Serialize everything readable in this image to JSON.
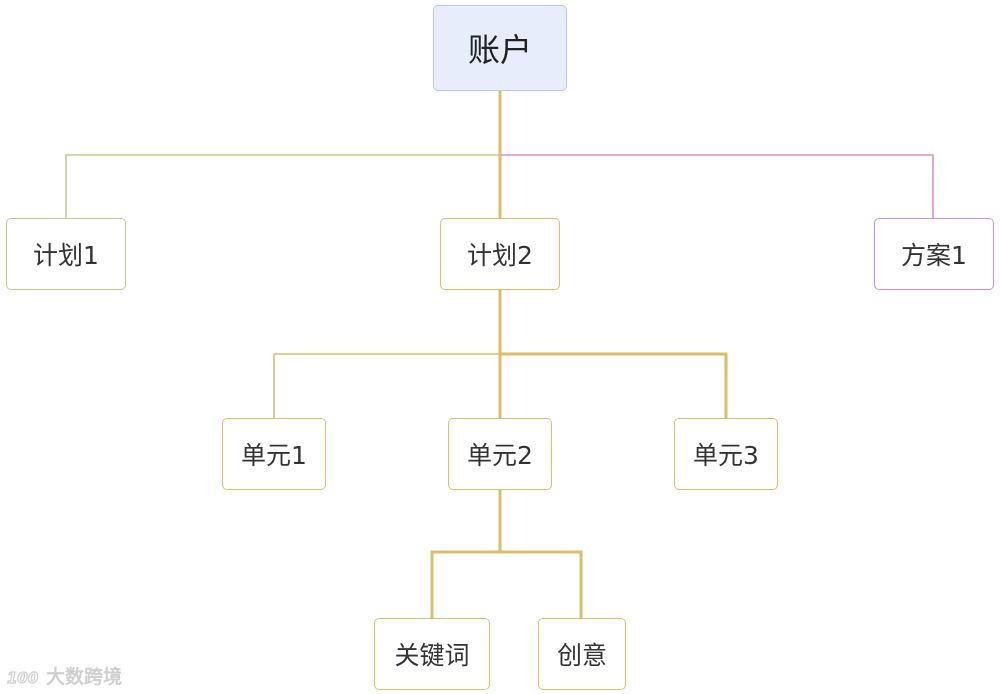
{
  "nodes": {
    "root": "账户",
    "plan1": "计划1",
    "plan2": "计划2",
    "scheme1": "方案1",
    "unit1": "单元1",
    "unit2": "单元2",
    "unit3": "单元3",
    "keyword": "关键词",
    "creative": "创意"
  },
  "watermark": {
    "text": "大数跨境",
    "logo": "100"
  },
  "colors": {
    "root_fill": "#e8edfb",
    "root_border": "#b9c6e6",
    "gold": "#d9bf6a",
    "olive": "#c2cb8c",
    "pink": "#d58fcf"
  }
}
